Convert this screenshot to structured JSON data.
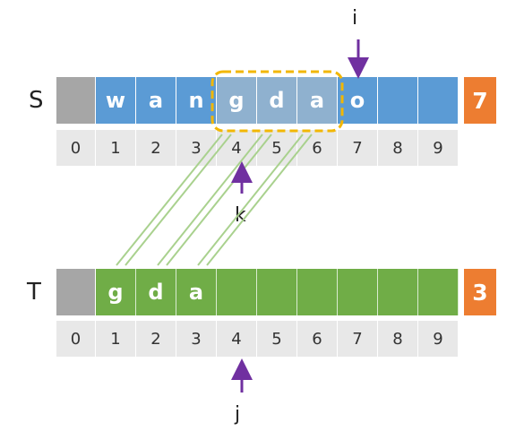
{
  "s_row": {
    "label": "S",
    "chars": [
      "",
      "w",
      "a",
      "n",
      "g",
      "d",
      "a",
      "o",
      "",
      ""
    ],
    "highlight": [
      4,
      5,
      6
    ],
    "length": "7"
  },
  "t_row": {
    "label": "T",
    "chars": [
      "",
      "g",
      "d",
      "a",
      "",
      "",
      "",
      "",
      "",
      ""
    ],
    "length": "3"
  },
  "indices": [
    "0",
    "1",
    "2",
    "3",
    "4",
    "5",
    "6",
    "7",
    "8",
    "9"
  ],
  "pointers": {
    "i": {
      "label": "i",
      "index": 7
    },
    "k": {
      "label": "k",
      "index": 4
    },
    "j": {
      "label": "j",
      "index": 4
    }
  },
  "colors": {
    "s_cell": "#5b9bd5",
    "s_highlight": "#8fb1cf",
    "t_cell": "#70ad47",
    "length_cell": "#ed7d31",
    "index_cell": "#e8e8e8",
    "arrow": "#7030a0",
    "match_box": "#f2b705",
    "match_lines": "#a9d18e"
  }
}
